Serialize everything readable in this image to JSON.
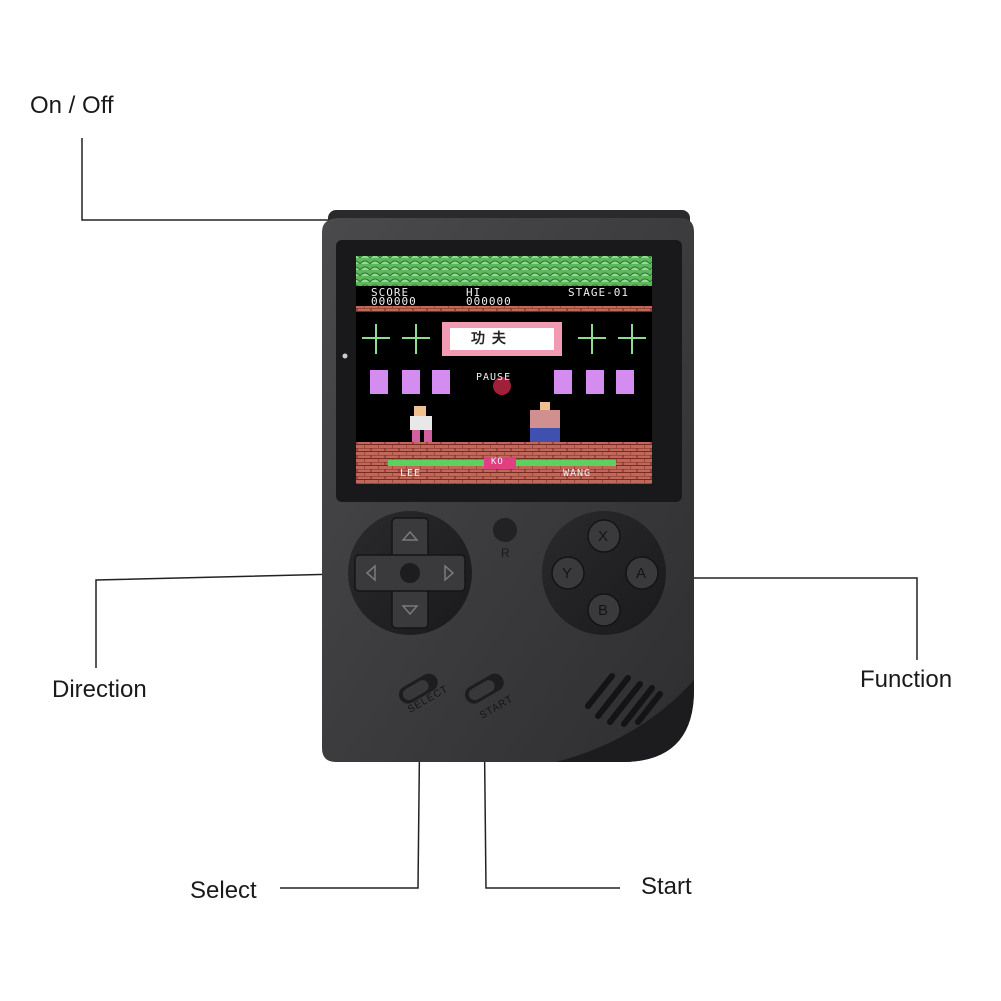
{
  "labels": {
    "on_off": "On / Off",
    "direction": "Direction",
    "function": "Function",
    "select": "Select",
    "start": "Start"
  },
  "device": {
    "body_color": "#3a3a3c",
    "screen": {
      "score_label": "SCORE",
      "score_value": "000000",
      "hi_label": "HI",
      "hi_value": "000000",
      "stage": "STAGE-01",
      "title_chars": "功 夫",
      "pause": "PAUSE",
      "player1": "LEE",
      "ko": "KO",
      "player2": "WANG"
    },
    "buttons": {
      "r": "R",
      "x": "X",
      "y": "Y",
      "a": "A",
      "b": "B",
      "select": "SELECT",
      "start": "START"
    }
  },
  "icons": {
    "dpad": "dpad-icon",
    "speaker": "speaker-grille-icon"
  }
}
